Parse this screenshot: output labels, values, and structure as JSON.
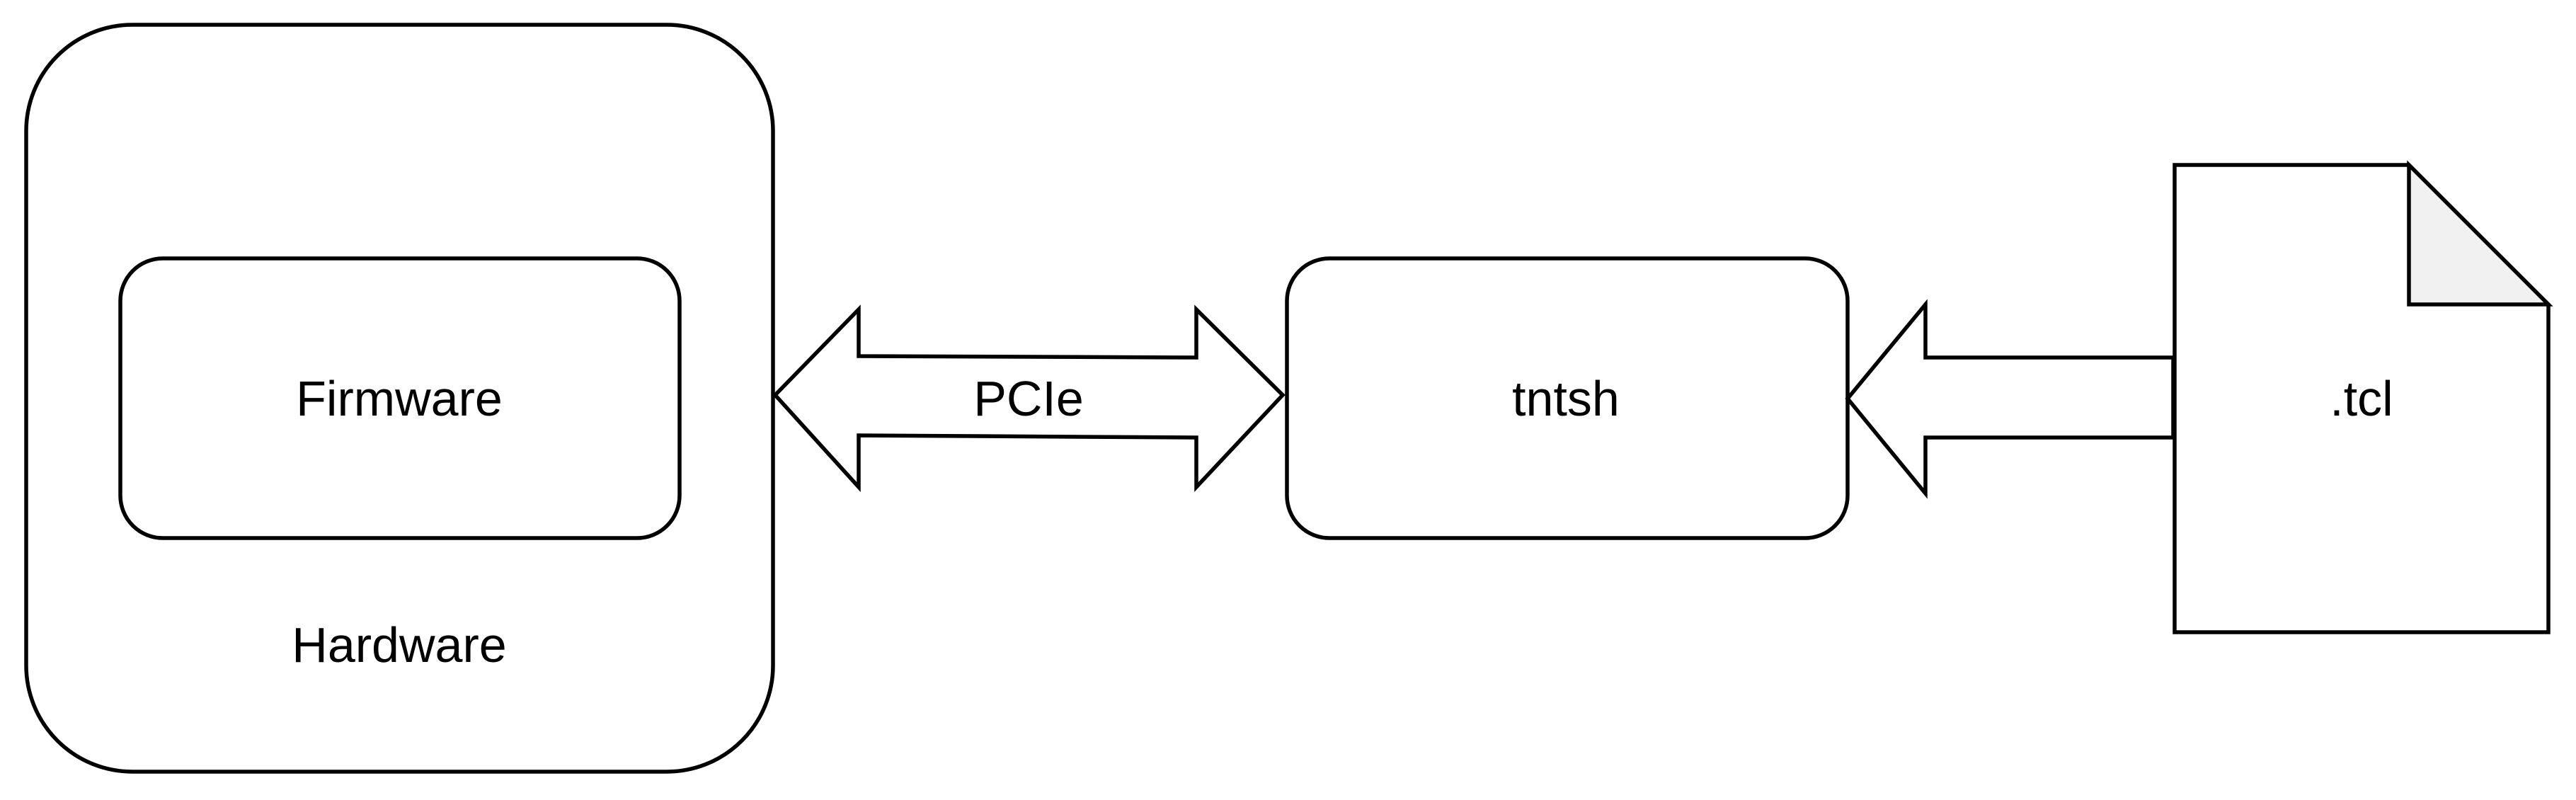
{
  "diagram": {
    "nodes": {
      "hardware": {
        "label": "Hardware"
      },
      "firmware": {
        "label": "Firmware"
      },
      "tntsh": {
        "label": "tntsh"
      },
      "tcl_file": {
        "label": ".tcl"
      }
    },
    "edges": {
      "pcie": {
        "label": "PCIe",
        "from": "hardware",
        "to": "tntsh",
        "direction": "bidirectional"
      },
      "tcl_to_tntsh": {
        "label": "",
        "from": "tcl_file",
        "to": "tntsh",
        "direction": "one-way"
      }
    }
  },
  "colors": {
    "stroke": "#000000",
    "fill": "#ffffff",
    "page_fold": "#f1f1f1"
  }
}
